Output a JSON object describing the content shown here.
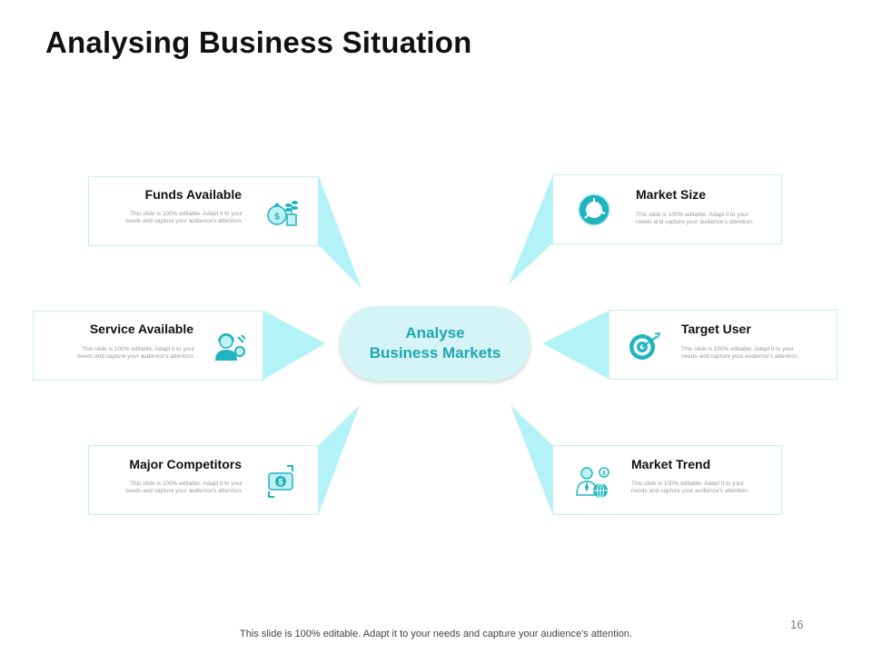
{
  "title": "Analysing Business Situation",
  "center": {
    "line1": "Analyse",
    "line2": "Business Markets"
  },
  "boxes": [
    {
      "id": "funds",
      "title": "Funds Available",
      "body": "This slide is 100% editable. Adapt it to your needs and capture your audience's attention.",
      "icon": "money-bag-plant-icon"
    },
    {
      "id": "service",
      "title": "Service Available",
      "body": "This slide is 100% editable. Adapt it to your needs and capture your audience's attention.",
      "icon": "support-agent-gear-icon"
    },
    {
      "id": "competitors",
      "title": "Major Competitors",
      "body": "This slide is 100% editable. Adapt it to your needs and capture your audience's attention.",
      "icon": "money-exchange-icon"
    },
    {
      "id": "market-size",
      "title": "Market Size",
      "body": "This slide is 100% editable. Adapt it to your needs and capture your audience's attention.",
      "icon": "donut-chart-icon"
    },
    {
      "id": "target-user",
      "title": "Target User",
      "body": "This slide is 100% editable. Adapt it to your needs and capture your audience's attention.",
      "icon": "target-arrow-icon"
    },
    {
      "id": "market-trend",
      "title": "Market Trend",
      "body": "This slide is 100% editable. Adapt it to your needs and capture your audience's attention.",
      "icon": "businessman-globe-icon"
    }
  ],
  "colors": {
    "accent": "#1fb5bf",
    "connector": "#b3f3f8",
    "center_fill": "#d4f4f7",
    "border": "#c6eef4"
  },
  "page_number": "16",
  "footer": "This slide is 100% editable. Adapt it to your needs and capture your audience's attention."
}
